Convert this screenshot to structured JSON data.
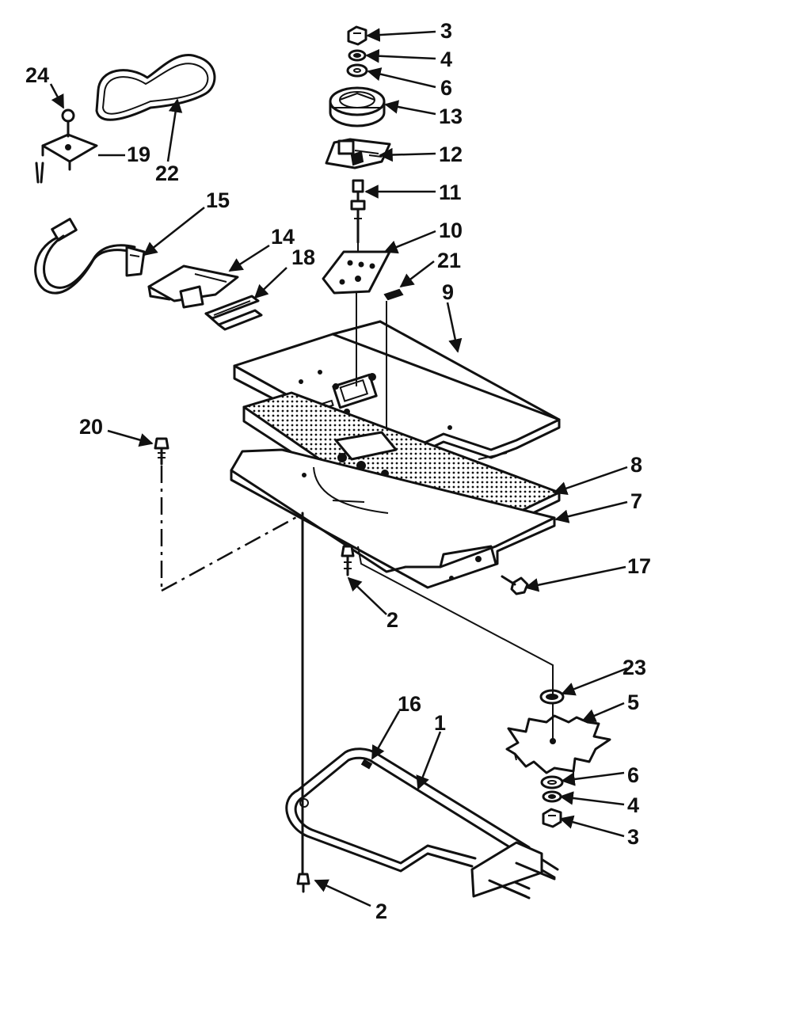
{
  "callouts": {
    "c3_top": "3",
    "c4_top": "4",
    "c6_top": "6",
    "c13": "13",
    "c12": "12",
    "c11": "11",
    "c10": "10",
    "c21": "21",
    "c9": "9",
    "c24": "24",
    "c19": "19",
    "c22": "22",
    "c15": "15",
    "c14": "14",
    "c18": "18",
    "c20": "20",
    "c8": "8",
    "c7": "7",
    "c17": "17",
    "c2_mid": "2",
    "c23": "23",
    "c5": "5",
    "c16": "16",
    "c1": "1",
    "c6_bot": "6",
    "c4_bot": "4",
    "c3_bot": "3",
    "c2_bot": "2"
  }
}
